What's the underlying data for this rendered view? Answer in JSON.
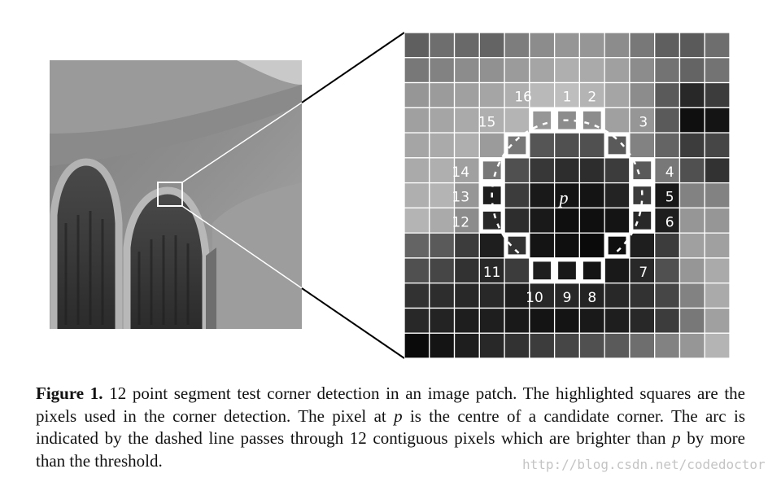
{
  "figure": {
    "circle_labels": [
      "1",
      "2",
      "3",
      "4",
      "5",
      "6",
      "7",
      "8",
      "9",
      "10",
      "11",
      "12",
      "13",
      "14",
      "15",
      "16"
    ],
    "center_label": "p",
    "grid": {
      "rows": 13,
      "cols": 13,
      "intensity": [
        [
          95,
          110,
          105,
          100,
          125,
          140,
          150,
          150,
          140,
          120,
          95,
          90,
          110
        ],
        [
          120,
          130,
          140,
          145,
          155,
          165,
          175,
          170,
          160,
          140,
          115,
          100,
          115
        ],
        [
          150,
          155,
          160,
          165,
          175,
          185,
          190,
          180,
          165,
          140,
          90,
          40,
          60
        ],
        [
          160,
          165,
          170,
          175,
          180,
          150,
          140,
          140,
          160,
          150,
          90,
          15,
          20
        ],
        [
          165,
          170,
          175,
          155,
          120,
          85,
          80,
          80,
          90,
          130,
          100,
          60,
          70
        ],
        [
          170,
          175,
          160,
          120,
          80,
          55,
          45,
          45,
          60,
          90,
          120,
          80,
          50
        ],
        [
          175,
          180,
          150,
          30,
          60,
          25,
          20,
          20,
          35,
          60,
          25,
          130,
          130
        ],
        [
          180,
          170,
          140,
          40,
          45,
          25,
          15,
          15,
          20,
          40,
          30,
          150,
          150
        ],
        [
          100,
          90,
          60,
          30,
          50,
          20,
          15,
          10,
          15,
          30,
          60,
          160,
          160
        ],
        [
          80,
          70,
          50,
          40,
          60,
          30,
          25,
          20,
          25,
          40,
          80,
          150,
          170
        ],
        [
          50,
          45,
          40,
          40,
          30,
          40,
          40,
          35,
          40,
          50,
          70,
          130,
          170
        ],
        [
          40,
          35,
          30,
          30,
          25,
          20,
          20,
          25,
          30,
          40,
          60,
          120,
          160
        ],
        [
          10,
          20,
          30,
          40,
          50,
          60,
          70,
          80,
          90,
          110,
          130,
          150,
          180
        ]
      ]
    }
  },
  "caption": {
    "label": "Figure 1.",
    "line1": "12 point segment test corner detection in an image patch. The highlighted squares are the pixels used in the corner detection. The pixel at ",
    "var1": "p",
    "line2": " is the centre of a candidate corner. The arc is indicated by the dashed line passes through 12 contiguous pixels which are brighter than ",
    "var2": "p",
    "line3": " by more than the threshold."
  },
  "watermark": "http://blog.csdn.net/codedoctor"
}
